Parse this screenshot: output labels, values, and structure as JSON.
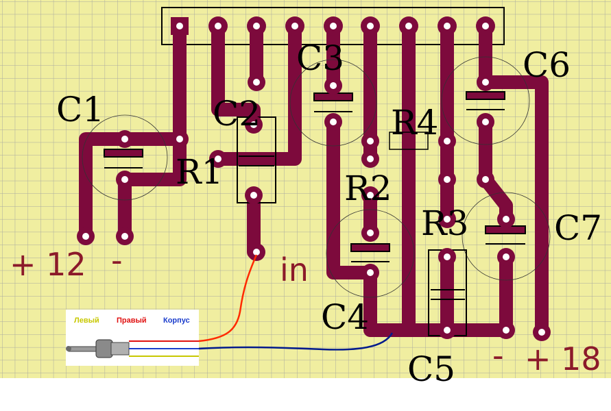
{
  "diagram": {
    "colors": {
      "board": "#f0eea0",
      "grid": "#a9a9a0",
      "trace": "#7d0a3c",
      "pad_hole": "#ffffff",
      "outline": "#000000",
      "red_wire": "#ff2a00",
      "blue_wire": "#001a8c",
      "handwriting": "#8b1a2a"
    },
    "labels": {
      "c1": "C1",
      "c2": "C2",
      "c3": "C3",
      "c4": "C4",
      "c5": "C5",
      "c6": "C6",
      "c7": "C7",
      "r1": "R1",
      "r2": "R2",
      "r3": "R3",
      "r4": "R4"
    },
    "annotations": {
      "plus_12": "+ 12",
      "minus_left": "-",
      "in": "in",
      "minus_right": "-",
      "plus_18": "+ 18"
    },
    "plug": {
      "left": "Левый",
      "right": "Правый",
      "ground": "Корпус",
      "left_color": "#c8c800",
      "right_color": "#e01010",
      "ground_color": "#1a3ccc"
    }
  }
}
